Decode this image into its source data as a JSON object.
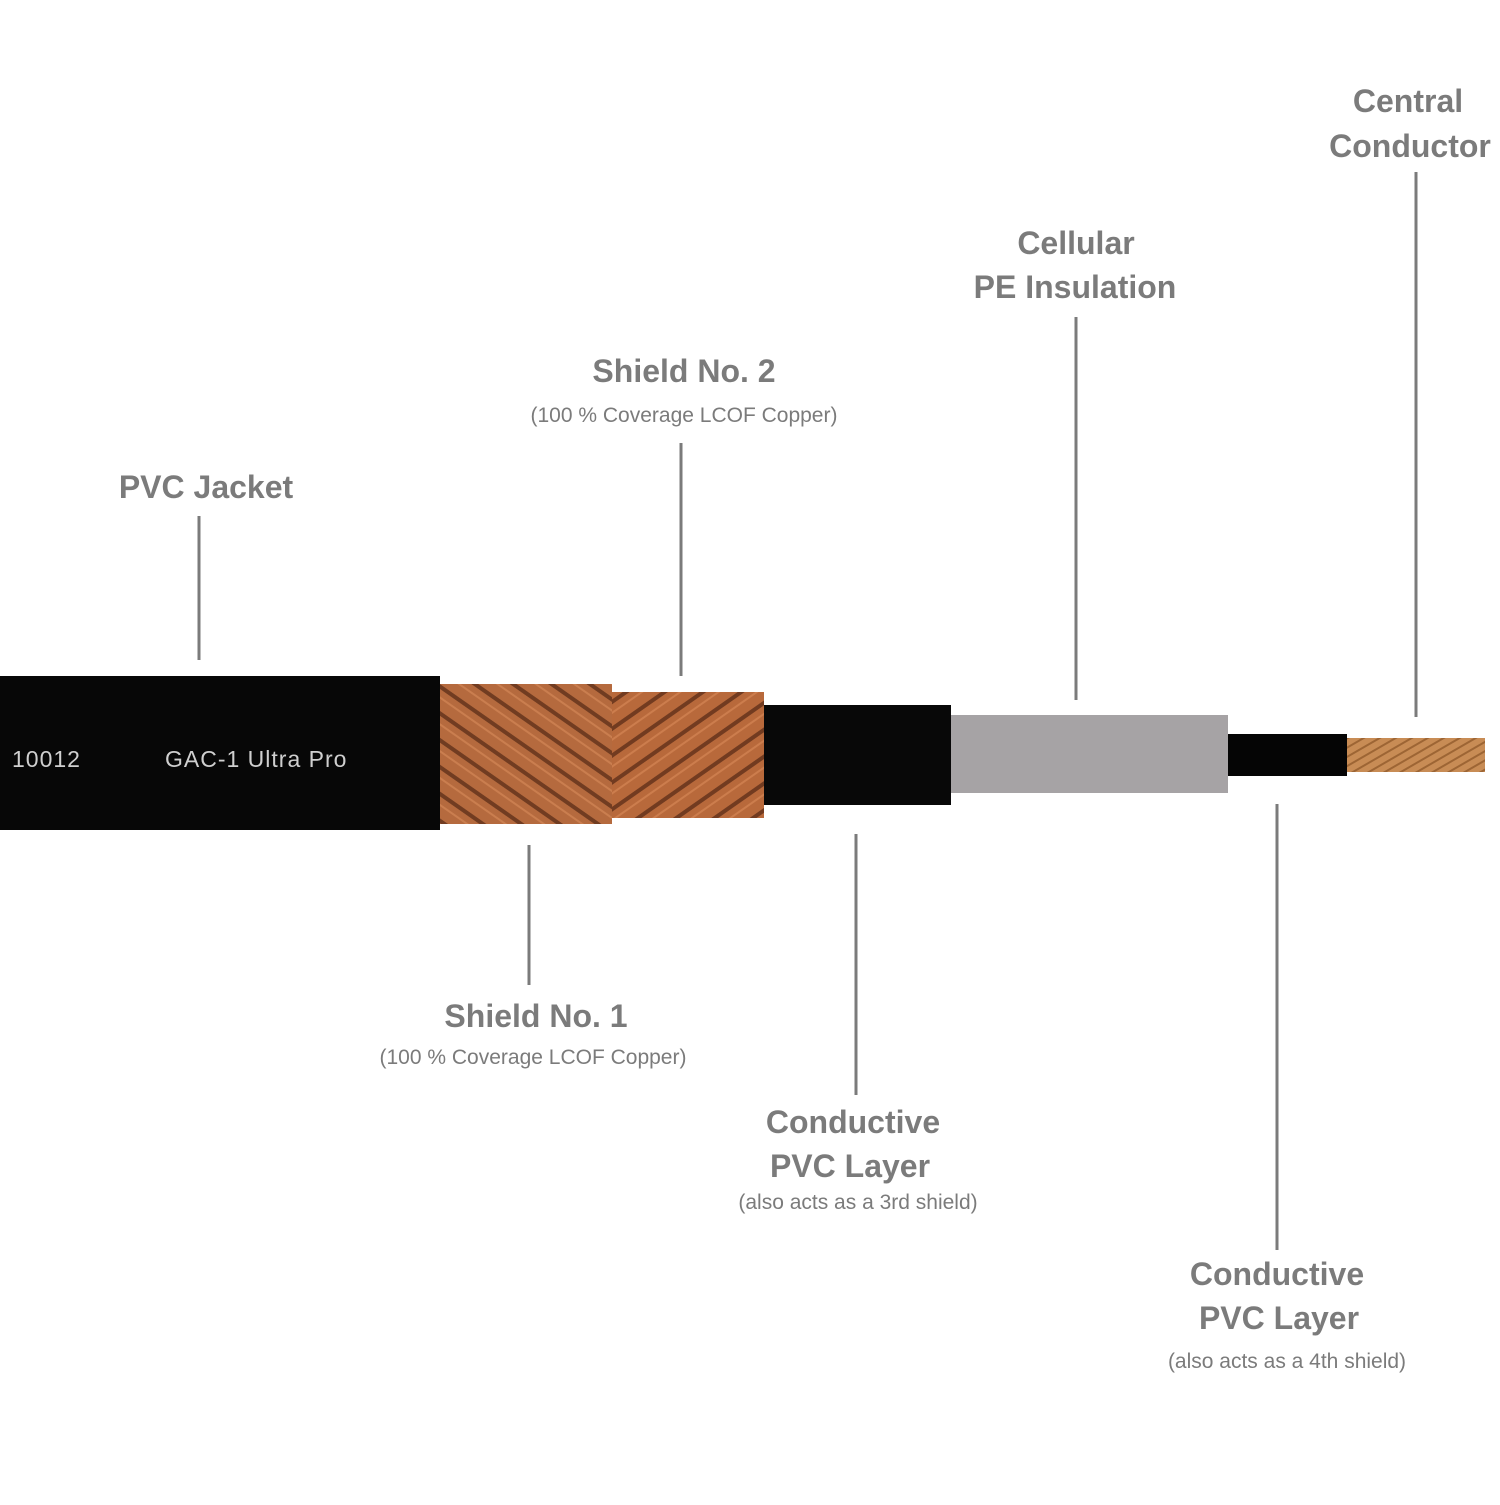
{
  "colors": {
    "label": "#7b7b7b",
    "jacket": "#070707",
    "copper_base": "#b56a3e",
    "copper_hatch": "#5a2c16",
    "insulation": "#a6a3a5",
    "conductor": "#c88c55",
    "print_text": "#cfcfcf"
  },
  "cable_print": {
    "code": "10012",
    "model": "GAC-1  Ultra Pro"
  },
  "labels": {
    "pvc_jacket": {
      "title": "PVC Jacket"
    },
    "shield_2": {
      "title": "Shield No. 2",
      "subtitle": "(100 % Coverage LCOF Copper)"
    },
    "cellular_pe": {
      "line1": "Cellular",
      "line2": "PE Insulation"
    },
    "central_conductor": {
      "line1": "Central",
      "line2": "Conductor"
    },
    "shield_1": {
      "title": "Shield No. 1",
      "subtitle": "(100 % Coverage LCOF Copper)"
    },
    "conductive_pvc_3": {
      "line1": "Conductive",
      "line2": "PVC Layer",
      "subtitle": "(also acts as a 3rd shield)"
    },
    "conductive_pvc_4": {
      "line1": "Conductive",
      "line2": "PVC Layer",
      "subtitle": "(also acts as a 4th shield)"
    }
  }
}
